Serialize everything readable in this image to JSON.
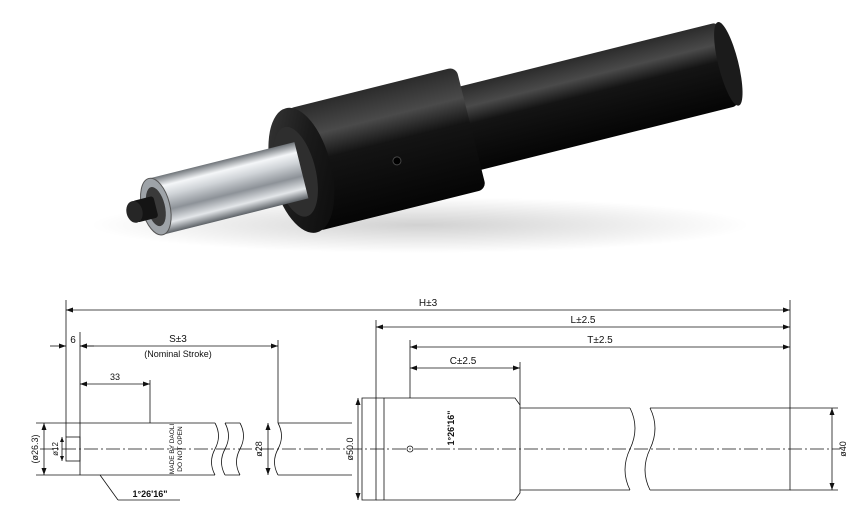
{
  "photo": {
    "description_icon": "gas-spring-cylinder-photo"
  },
  "drawing": {
    "dimensions": {
      "overall_length": "H±3",
      "six": "6",
      "stroke": "S±3",
      "stroke_note": "(Nominal Stroke)",
      "length_l": "L±2.5",
      "length_t": "T±2.5",
      "length_c": "C±2.5",
      "thirty_three": "33",
      "dia_26_3": "(ø26.3)",
      "dia_12": "ø12",
      "dia_28": "ø28",
      "dia_50": "ø50.0",
      "dia_40": "ø40",
      "taper_angle_top": "1°26'16\"",
      "taper_angle_bottom": "1°26'16\""
    },
    "engraving": {
      "line1": "MADE BY DAOLI",
      "line2": "DO NOT OPEN"
    }
  },
  "colors": {
    "body": "#0d0d0d",
    "chrome": "#c8ccd0",
    "line": "#111111"
  }
}
